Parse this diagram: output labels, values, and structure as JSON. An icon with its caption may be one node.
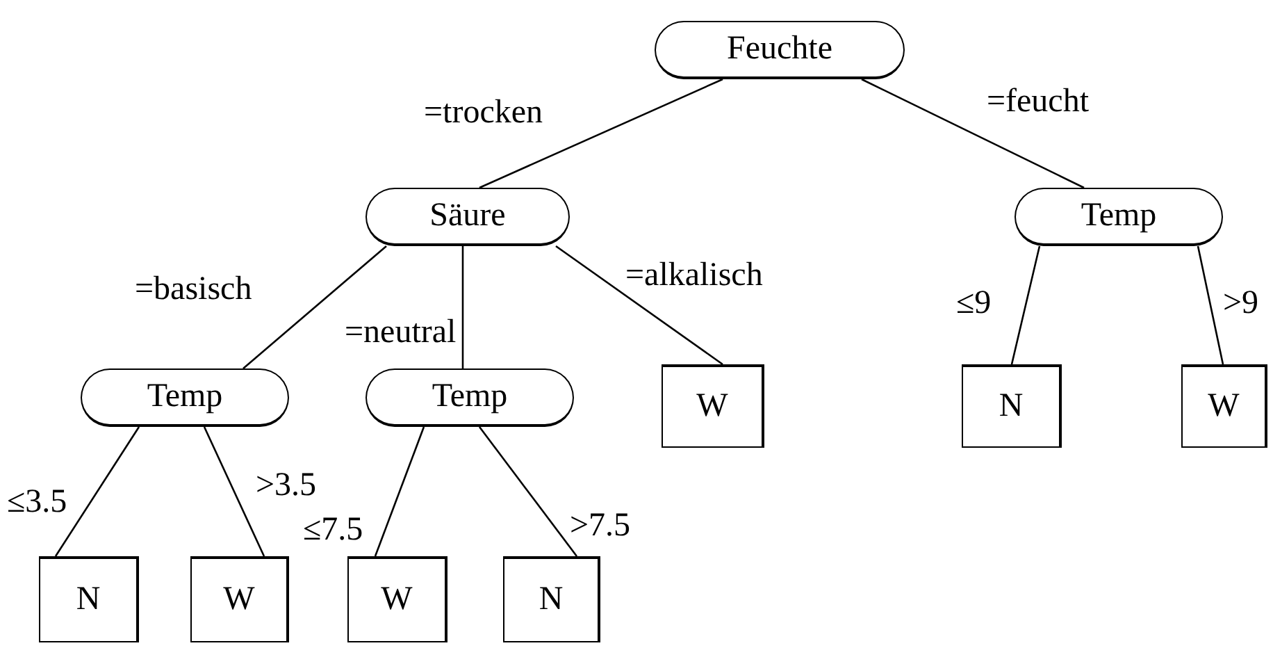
{
  "diagram": {
    "nodes": [
      {
        "text": [
          "Feuchte"
        ]
      },
      {
        "text": [
          "Säure"
        ]
      },
      {
        "text": [
          "Temp"
        ]
      },
      {
        "text": [
          "Temp"
        ]
      },
      {
        "text": [
          "Temp"
        ]
      },
      {
        "text": [
          "W"
        ]
      },
      {
        "text": [
          "N"
        ]
      },
      {
        "text": [
          "W"
        ]
      },
      {
        "text": [
          "N"
        ]
      },
      {
        "text": [
          "W"
        ]
      },
      {
        "text": [
          "W"
        ]
      },
      {
        "text": [
          "N"
        ]
      }
    ],
    "edges": [
      {
        "from": 0,
        "to": 1,
        "arrow": "none",
        "label": "=trocken"
      },
      {
        "from": 0,
        "to": 2,
        "arrow": "none",
        "label": "=feucht"
      },
      {
        "from": 1,
        "to": 3,
        "arrow": "none",
        "label": "=basisch"
      },
      {
        "from": 1,
        "to": 4,
        "arrow": "none",
        "label": "=neutral"
      },
      {
        "from": 1,
        "to": 5,
        "arrow": "none",
        "label": "=alkalisch"
      },
      {
        "from": 2,
        "to": 6,
        "arrow": "none",
        "label": "≤9"
      },
      {
        "from": 2,
        "to": 7,
        "arrow": "none",
        "label": ">9"
      },
      {
        "from": 3,
        "to": 8,
        "arrow": "none",
        "label": "≤3.5"
      },
      {
        "from": 3,
        "to": 9,
        "arrow": "none",
        "label": ">3.5"
      },
      {
        "from": 4,
        "to": 10,
        "arrow": "none",
        "label": "≤7.5"
      },
      {
        "from": 4,
        "to": 11,
        "arrow": "none",
        "label": ">7.5"
      }
    ]
  }
}
